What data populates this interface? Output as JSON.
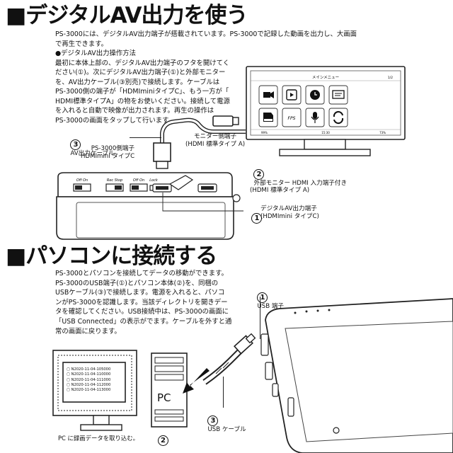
{
  "sections": [
    {
      "title": "■デジタルAV出力を使う",
      "intro": "PS-3000には、デジタルAV出力端子が搭載されています。PS-3000で記録した動画を出力し、大画面\nで再生できます。",
      "subheading": "●デジタルAV出力操作方法",
      "procedure": "最初に本体上部の、デジタルAV出力端子のフタを開けてく\nださい(①)。次にデジタルAV出力端子(①)と外部モニター\nを、AV出力ケーブル(③別売)で接続します。ケーブルは\nPS-3000側の端子が「HDMIminiタイプC」、もう一方が「\nHDMI標準タイプA」の物をお使いください。接続して電源\nを入れると自動で映像が出力されます。再生の操作は\nPS-3000の画面をタップして行います。",
      "monitor": {
        "title": "メインメニュー",
        "page": "1/2",
        "status_left": "99%",
        "status_time": "15:30",
        "status_right": "73%"
      },
      "labels": {
        "cable_num": "3",
        "cable": "AV出力ケーブル",
        "ps_side": "PS-3000側端子\nHDMImini タイプC",
        "monitor_side": "モニター側端子\n(HDMI 標準タイプ A)",
        "monitor_num": "2",
        "monitor": "外部モニター HDMI 入力端子付き\n(HDMI 標準タイプ A)",
        "port_num": "1",
        "port": "デジタルAV出力端子\n(HDMImini タイプC)",
        "sw1": "Off On",
        "sw2": "Rec Stop",
        "sw3": "Off On",
        "sw4": "Lock"
      }
    },
    {
      "title": "■パソコンに接続する",
      "body": "PS-3000とパソコンを接続してデータの移動ができます。\nPS-3000のUSB端子(①)とパソコン本体(②)を、同梱の\nUSBケーブル(③)で接続します。電源を入れると、パソコ\nンがPS-3000を認識します。当該ディレクトリを開きデー\nタを確認してください。USB接続中は、PS-3000の画面に\n「USB Connected」の表示がでます。ケーブルを外すと通\n常の画面に戻ります。",
      "files": [
        "N2020-11-04-105000",
        "N2020-11-04-110000",
        "N2020-11-04-111000",
        "N2020-11-04-112000",
        "N2020-11-04-113000"
      ],
      "labels": {
        "pc": "PC",
        "pc_num": "2",
        "usb_port_num": "1",
        "usb_port": "USB 端子",
        "usb_cable_num": "3",
        "usb_cable": "USB ケーブル",
        "caption": "PC に録画データを取り込む。"
      }
    }
  ]
}
